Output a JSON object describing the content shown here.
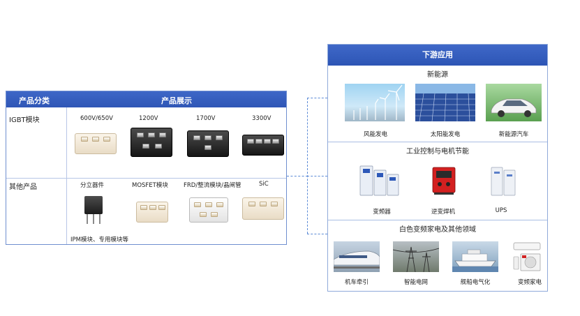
{
  "left_table": {
    "header_category": "产品分类",
    "header_display": "产品展示",
    "rows": [
      {
        "category": "IGBT模块",
        "products": [
          {
            "label": "600V/650V"
          },
          {
            "label": "1200V"
          },
          {
            "label": "1700V"
          },
          {
            "label": "3300V"
          }
        ]
      },
      {
        "category": "其他产品",
        "products": [
          {
            "label": "分立器件"
          },
          {
            "label": "MOSFET模块"
          },
          {
            "label": "FRD/整流模块/晶闸管"
          },
          {
            "label": "SiC"
          }
        ],
        "note": "IPM模块、专用模块等"
      }
    ]
  },
  "right_panel": {
    "title": "下游应用",
    "sections": [
      {
        "title": "新能源",
        "items": [
          {
            "label": "风能发电",
            "icon": "wind-turbine-photo"
          },
          {
            "label": "太阳能发电",
            "icon": "solar-panel-photo"
          },
          {
            "label": "新能源汽车",
            "icon": "electric-car-photo"
          }
        ]
      },
      {
        "title": "工业控制与电机节能",
        "items": [
          {
            "label": "变频器",
            "icon": "inverter-drive-photo"
          },
          {
            "label": "逆变焊机",
            "icon": "welding-machine-photo"
          },
          {
            "label": "UPS",
            "icon": "ups-unit-photo"
          }
        ]
      },
      {
        "title": "白色变频家电及其他领域",
        "items": [
          {
            "label": "机车牵引",
            "icon": "train-photo"
          },
          {
            "label": "智能电网",
            "icon": "power-grid-photo"
          },
          {
            "label": "舰船电气化",
            "icon": "ship-photo"
          },
          {
            "label": "变频家电",
            "icon": "air-conditioner-photo"
          }
        ]
      }
    ]
  },
  "colors": {
    "header_blue": "#3561c1",
    "border_blue": "#6f8fd0",
    "dash_blue": "#5b8ad6"
  }
}
